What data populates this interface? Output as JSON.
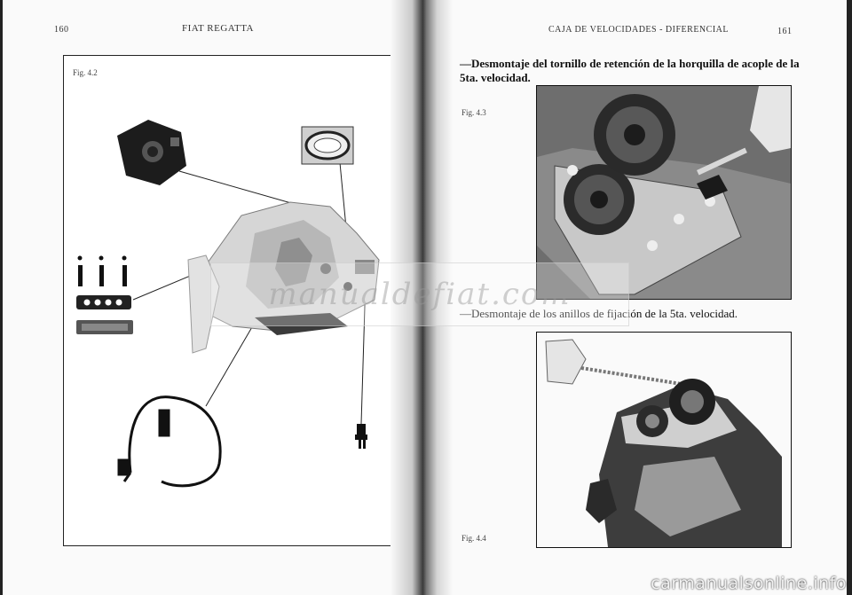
{
  "left_page": {
    "page_number": "160",
    "running_header": "FIAT REGATTA",
    "figure_label": "Fig. 4.2",
    "figure_icon": "exploded-gearbox-diagram"
  },
  "right_page": {
    "page_number": "161",
    "running_header": "CAJA DE VELOCIDADES - DIFERENCIAL",
    "caption_1": "—Desmontaje del tornillo de retención de la horquilla de acople de la 5ta. velocidad.",
    "figure_label_1": "Fig. 4.3",
    "caption_2": "—Desmontaje de los anillos de fijación de la 5ta. velocidad.",
    "figure_label_2": "Fig. 4.4"
  },
  "watermark_center": "manualdefiat.com",
  "watermark_footer": "carmanualsonline.info",
  "colors": {
    "paper": "#fafafa",
    "ink": "#111111",
    "gutter_shadow": "#3a3a3a"
  }
}
